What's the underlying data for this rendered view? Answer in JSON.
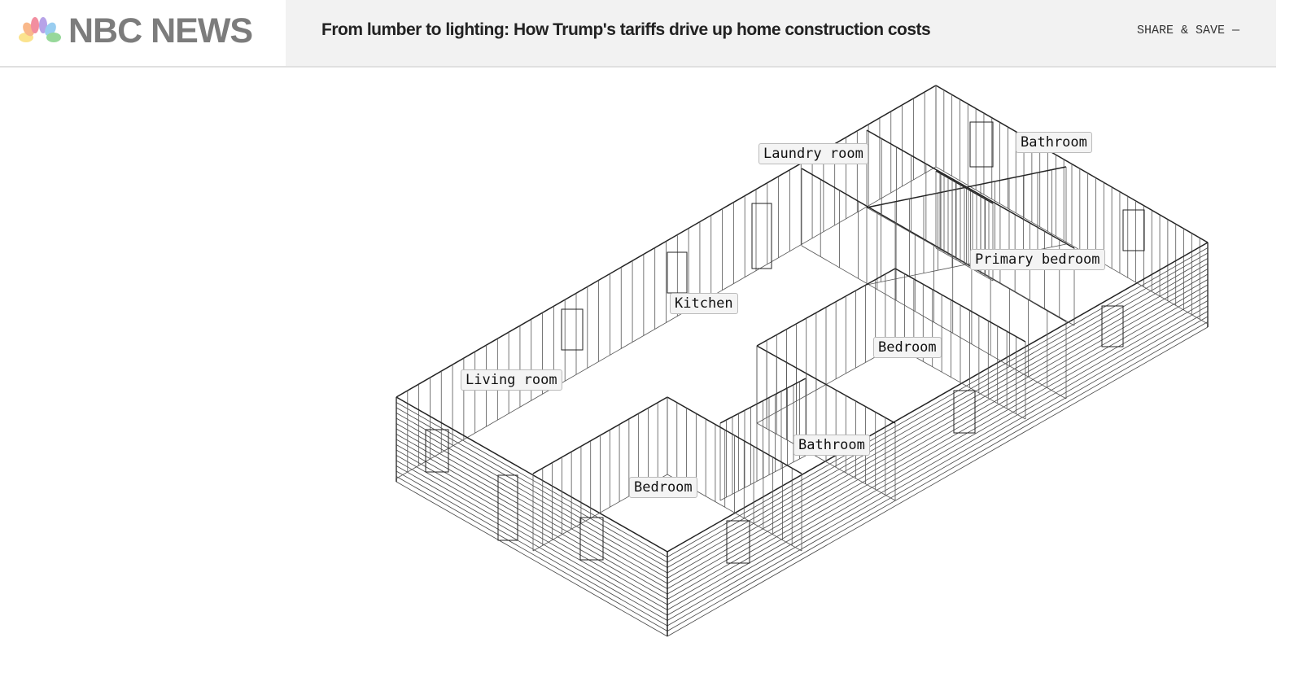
{
  "header": {
    "logo": "NBC NEWS",
    "title": "From lumber to lighting: How Trump's tariffs drive up home construction costs",
    "share_label": "SHARE & SAVE —"
  },
  "rooms": [
    {
      "label": "Laundry room"
    },
    {
      "label": "Bathroom"
    },
    {
      "label": "Primary bedroom"
    },
    {
      "label": "Kitchen"
    },
    {
      "label": "Bedroom"
    },
    {
      "label": "Living room"
    },
    {
      "label": "Bathroom"
    },
    {
      "label": "Bedroom"
    }
  ]
}
